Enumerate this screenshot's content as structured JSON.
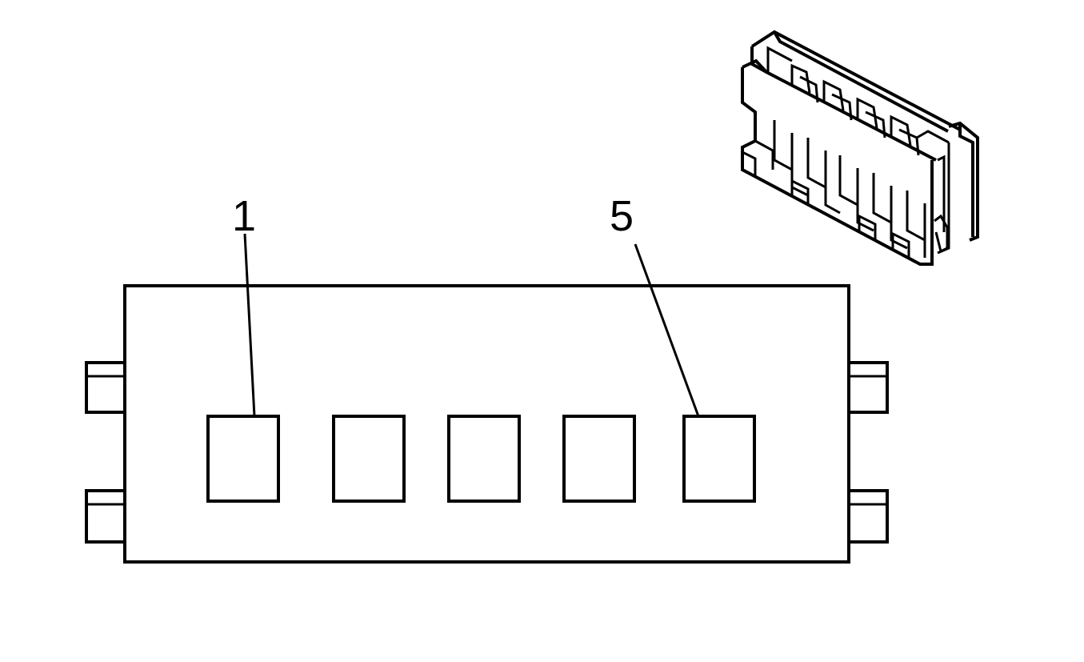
{
  "diagram": {
    "type": "connector-face-view",
    "cavity_count": 5,
    "labels": [
      {
        "id": "pin-1",
        "text": "1",
        "cavity_index": 0
      },
      {
        "id": "pin-5",
        "text": "5",
        "cavity_index": 4
      }
    ],
    "line_color": "#000000",
    "background_color": "#ffffff"
  }
}
